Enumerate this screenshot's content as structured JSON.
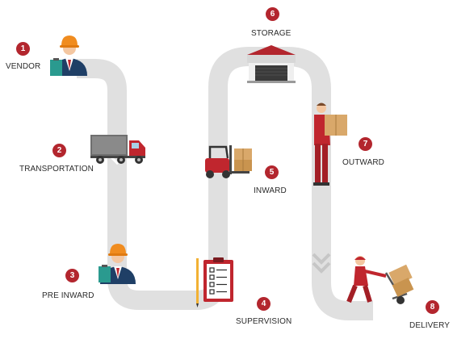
{
  "colors": {
    "path": "#e0e0e0",
    "badge": "#b3262e",
    "label_text": "#2b2b2b",
    "worker_red": "#c0262e",
    "helmet": "#f08c1f",
    "suit": "#1f3f66",
    "box": "#d9a86a",
    "clipboard_teal": "#2a9a8f"
  },
  "steps": [
    {
      "number": "1",
      "label": "VENDOR",
      "icon": "vendor-person-icon"
    },
    {
      "number": "2",
      "label": "TRANSPORTATION",
      "icon": "truck-icon"
    },
    {
      "number": "3",
      "label": "PRE INWARD",
      "icon": "inspector-person-icon"
    },
    {
      "number": "4",
      "label": "SUPERVISION",
      "icon": "checklist-clipboard-icon"
    },
    {
      "number": "5",
      "label": "INWARD",
      "icon": "forklift-icon"
    },
    {
      "number": "6",
      "label": "STORAGE",
      "icon": "warehouse-icon"
    },
    {
      "number": "7",
      "label": "OUTWARD",
      "icon": "worker-carrying-box-icon"
    },
    {
      "number": "8",
      "label": "DELIVERY",
      "icon": "hand-truck-worker-icon"
    }
  ]
}
